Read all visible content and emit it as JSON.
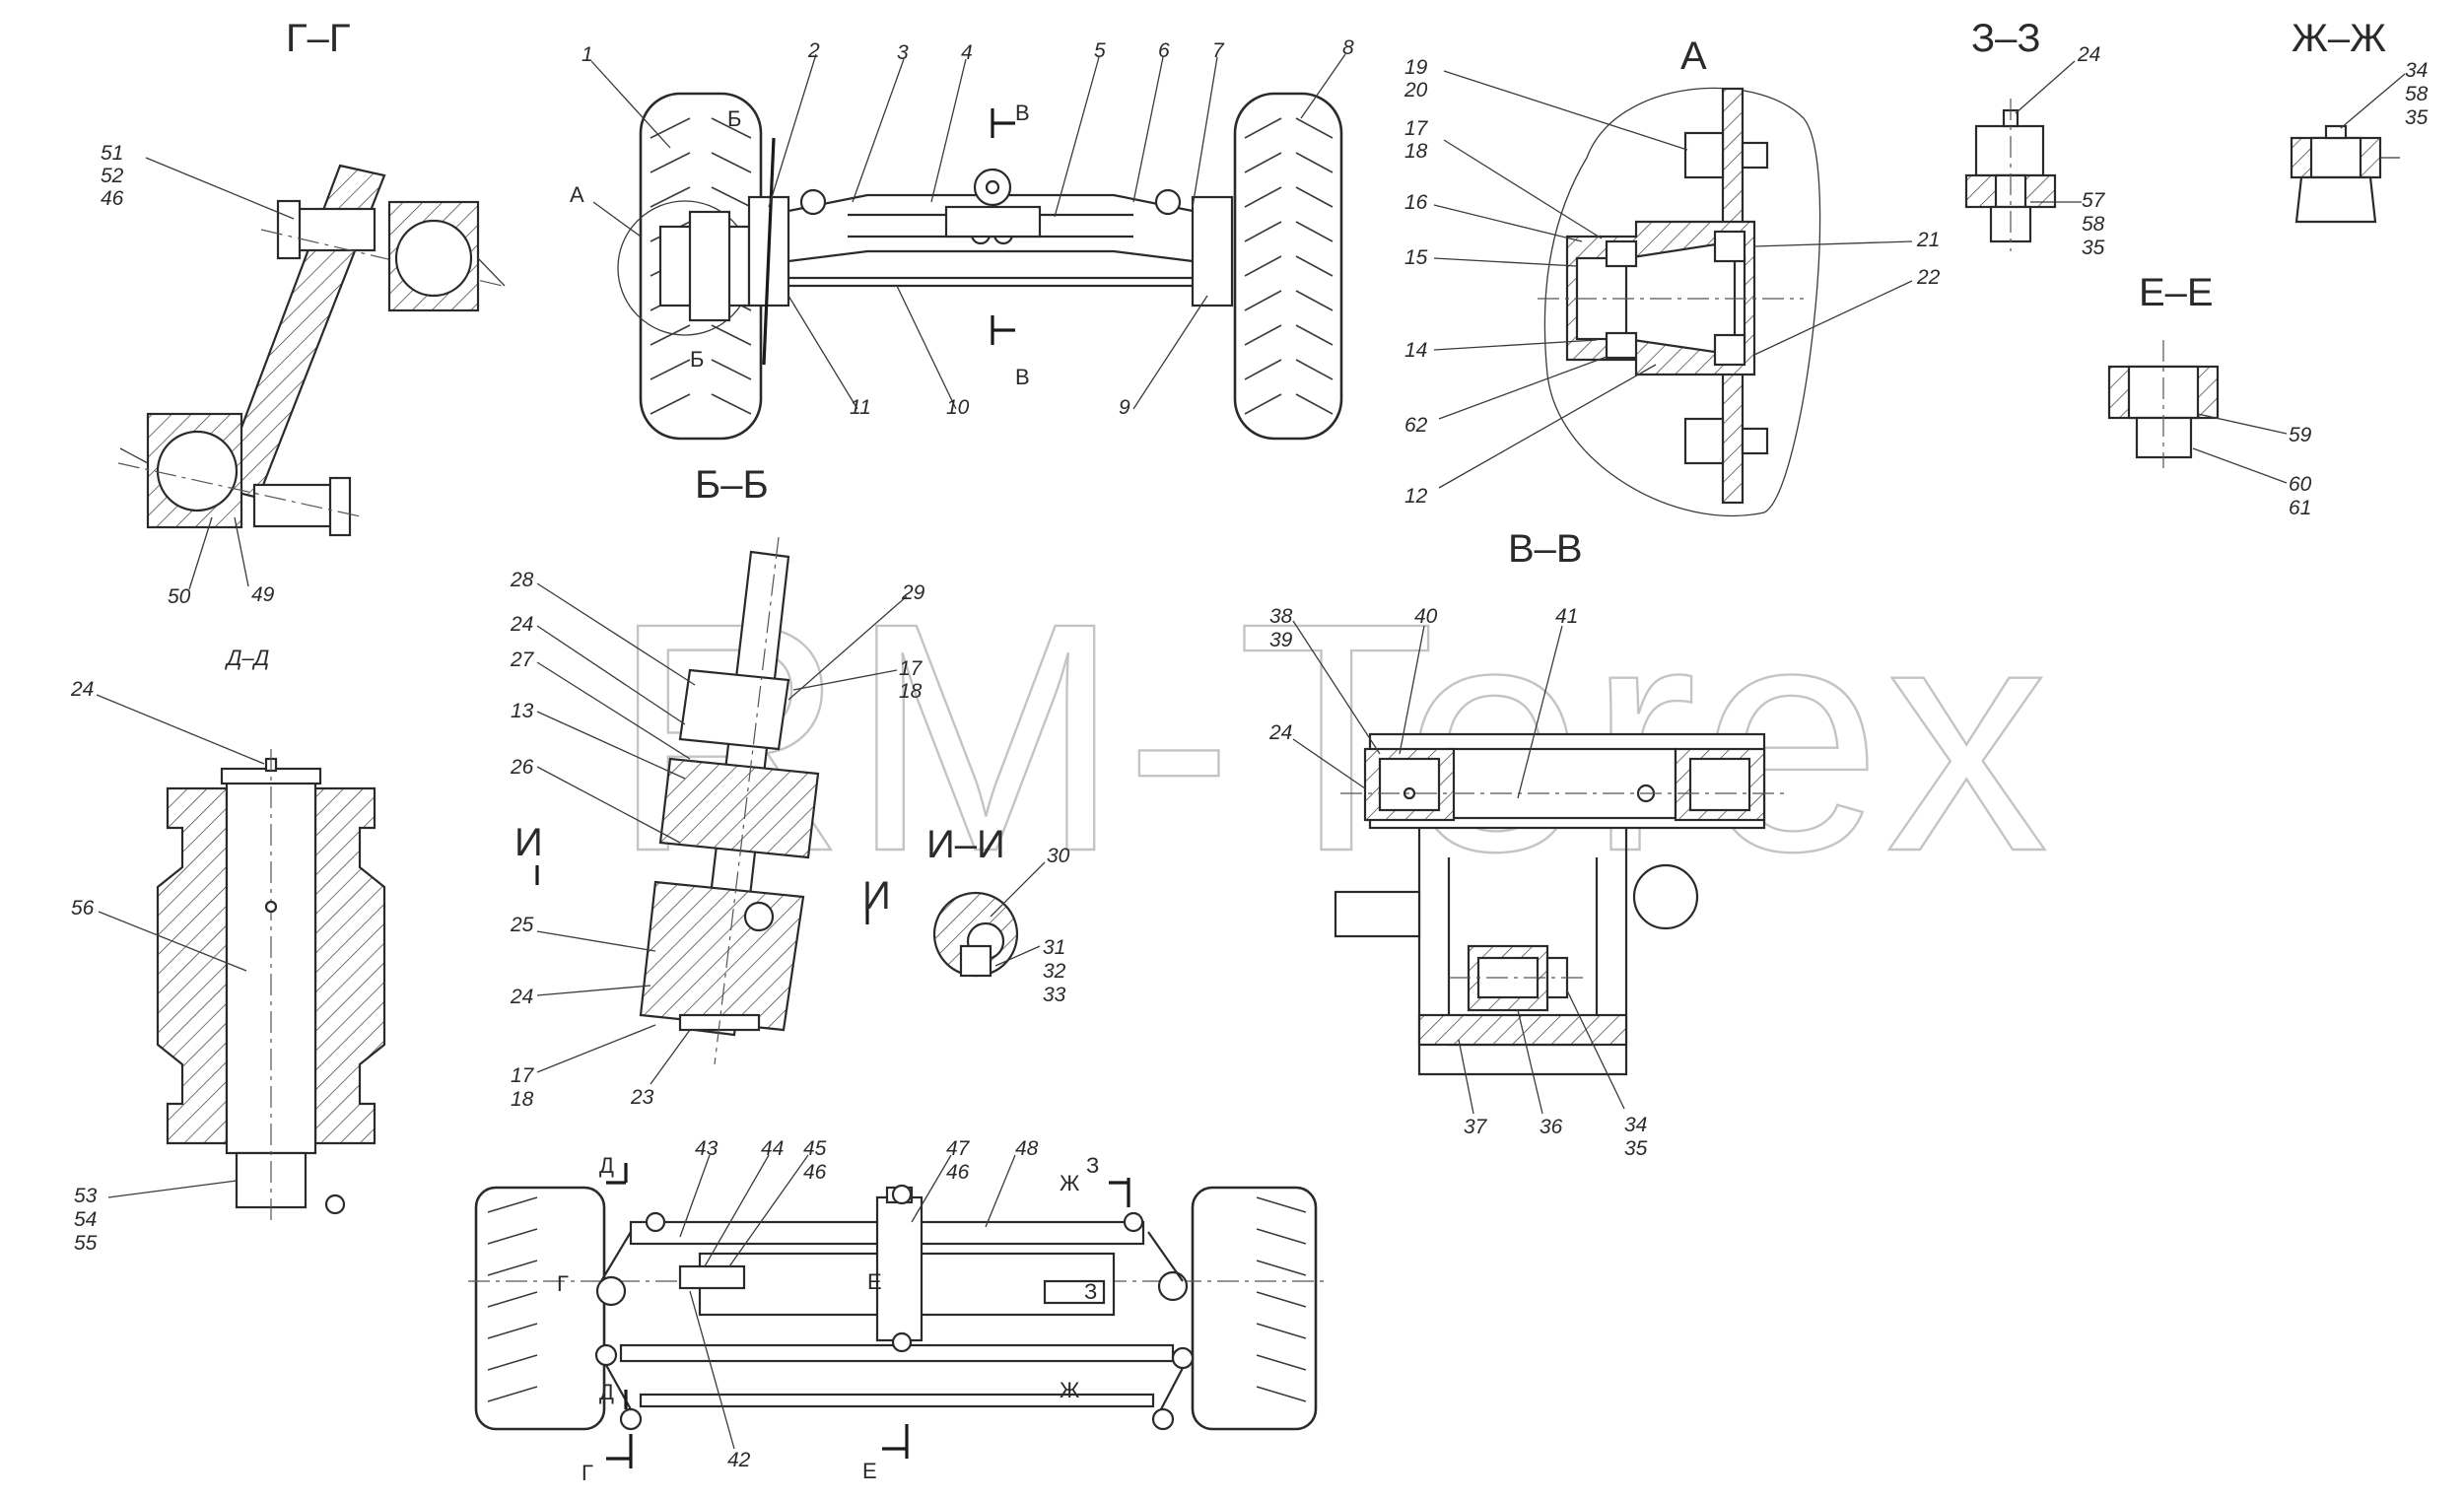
{
  "watermark": "RM-Terex",
  "views": {
    "gg": "Г–Г",
    "bb": "Б–Б",
    "vv": "В–В",
    "zz": "З–З",
    "zhzh": "Ж–Ж",
    "ee": "Е–Е",
    "dd": "Д–Д",
    "ii": "И–И",
    "a": "А"
  },
  "section_marks": {
    "b": "Б",
    "v": "В",
    "a": "А",
    "i": "И",
    "d": "Д",
    "g": "Г",
    "e": "Е",
    "z": "З",
    "zh": "Ж"
  },
  "callouts": {
    "c1": "1",
    "c2": "2",
    "c3": "3",
    "c4": "4",
    "c5": "5",
    "c6": "6",
    "c7": "7",
    "c8": "8",
    "c9": "9",
    "c10": "10",
    "c11": "11",
    "a19": "19",
    "a20": "20",
    "a17": "17",
    "a18": "18",
    "a16": "16",
    "a15": "15",
    "a14": "14",
    "a62": "62",
    "a12": "12",
    "a21": "21",
    "a22": "22",
    "z24": "24",
    "z57": "57",
    "z58": "58",
    "z35": "35",
    "zh34": "34",
    "zh58": "58",
    "zh35": "35",
    "e59": "59",
    "e60": "60",
    "e61": "61",
    "g51": "51",
    "g52": "52",
    "g46": "46",
    "g50": "50",
    "g49": "49",
    "b28": "28",
    "b24": "24",
    "b27": "27",
    "b13": "13",
    "b26": "26",
    "b29": "29",
    "b17": "17",
    "b18": "18",
    "b25": "25",
    "b24b": "24",
    "b17b": "17",
    "b18b": "18",
    "b23": "23",
    "i30": "30",
    "i31": "31",
    "i32": "32",
    "i33": "33",
    "v38": "38",
    "v39": "39",
    "v40": "40",
    "v41": "41",
    "v24": "24",
    "v37": "37",
    "v36": "36",
    "v34": "34",
    "v35": "35",
    "d24": "24",
    "d56": "56",
    "d53": "53",
    "d54": "54",
    "d55": "55",
    "p43": "43",
    "p44": "44",
    "p45": "45",
    "p46": "46",
    "p47": "47",
    "p46b": "46",
    "p48": "48",
    "p42": "42"
  }
}
